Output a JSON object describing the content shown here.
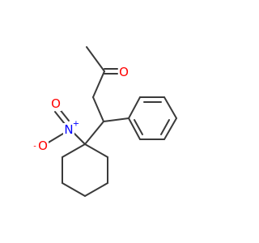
{
  "molecule": {
    "atoms": {
      "carbonyl_oxygen": {
        "symbol": "O",
        "color": "#ff0000"
      },
      "nitro_nitrogen": {
        "symbol": "N",
        "charge": "+",
        "color": "#0000ff"
      },
      "nitro_oxygen_top": {
        "symbol": "O",
        "color": "#ff0000"
      },
      "nitro_oxygen_anion": {
        "symbol": "O",
        "charge": "-",
        "color": "#ff0000"
      }
    },
    "bond_color": "#3a3a3a"
  }
}
